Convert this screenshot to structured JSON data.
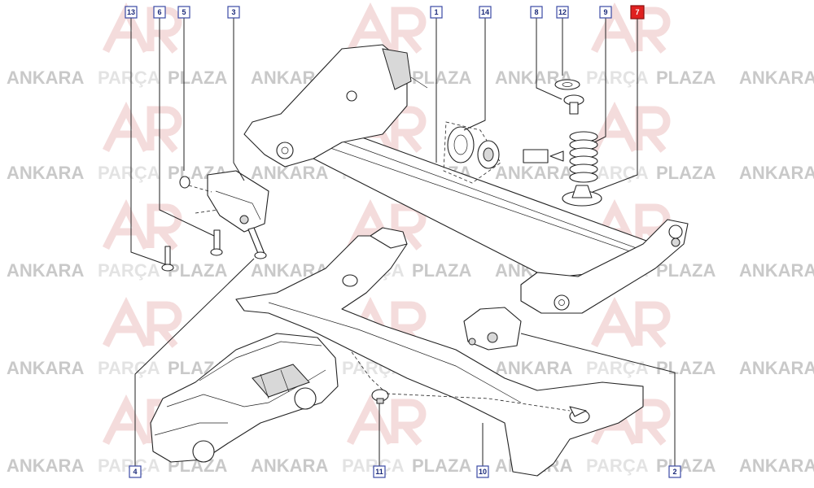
{
  "watermark": {
    "brand_word_1": "ANKARA",
    "brand_word_2": "PARÇA",
    "brand_word_3": "PLAZA",
    "dark_color": "#c9c9c9",
    "light_color": "#e3e3e3",
    "logo_color": "#f2d4d4"
  },
  "callouts": {
    "c13": "13",
    "c6": "6",
    "c5": "5",
    "c3": "3",
    "c1": "1",
    "c14": "14",
    "c8": "8",
    "c12": "12",
    "c9": "9",
    "c7": "7",
    "c4": "4",
    "c11": "11",
    "c10": "10",
    "c2": "2"
  },
  "highlight": {
    "active_callout": "7",
    "active_color": "#e0201f",
    "box_color": "#3b4aa5"
  }
}
